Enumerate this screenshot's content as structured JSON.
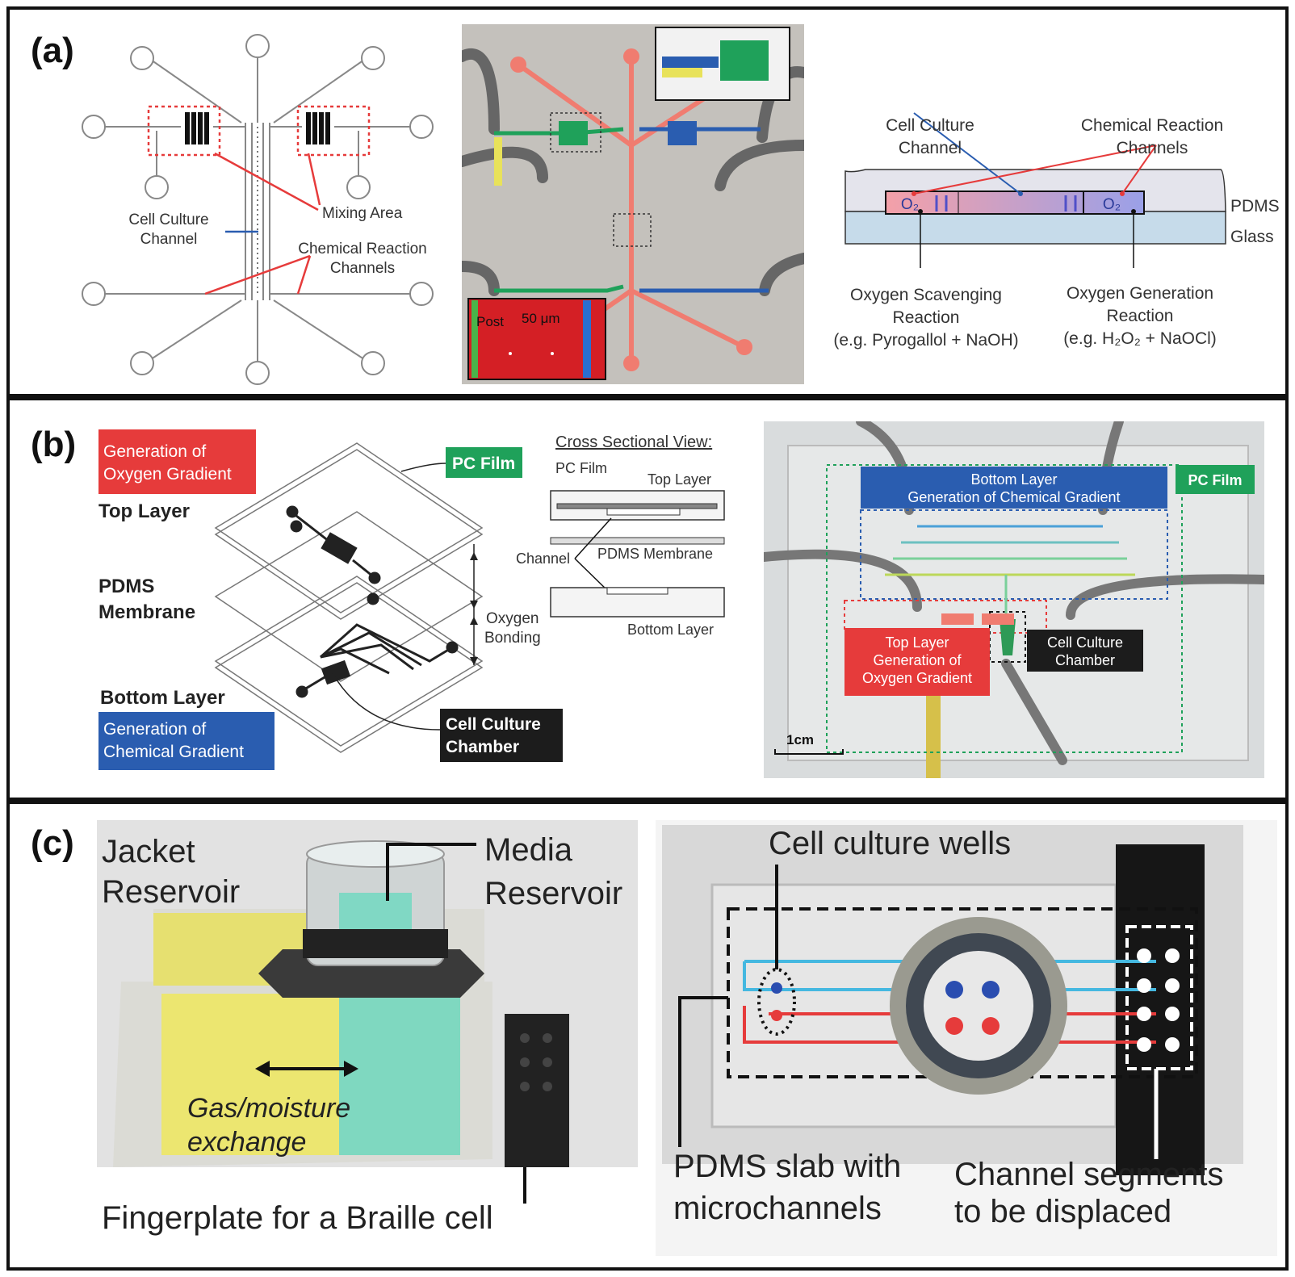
{
  "panels": {
    "a": {
      "label": "(a)",
      "schematic": {
        "mixing_area": "Mixing Area",
        "cell_culture_1": "Cell Culture",
        "cell_culture_2": "Channel",
        "chem_reaction_1": "Chemical Reaction",
        "chem_reaction_2": "Channels"
      },
      "photo": {
        "post": "Post",
        "scale": "50 μm"
      },
      "cross_section": {
        "cell_culture_1": "Cell Culture",
        "cell_culture_2": "Channel",
        "chem_reaction_1": "Chemical Reaction",
        "chem_reaction_2": "Channels",
        "pdms": "PDMS",
        "glass": "Glass",
        "o2_left": "O₂",
        "o2_right": "O₂",
        "scav_1": "Oxygen Scavenging",
        "scav_2": "Reaction",
        "scav_3": "(e.g. Pyrogallol + NaOH)",
        "gen_1": "Oxygen Generation",
        "gen_2": "Reaction",
        "gen_3": "(e.g. H₂O₂ + NaOCl)"
      }
    },
    "b": {
      "label": "(b)",
      "schematic": {
        "gen_oxygen_1": "Generation of",
        "gen_oxygen_2": "Oxygen Gradient",
        "top_layer": "Top  Layer",
        "pdms_1": "PDMS",
        "pdms_2": "Membrane",
        "bottom_layer": "Bottom  Layer",
        "gen_chem_1": "Generation of",
        "gen_chem_2": "Chemical Gradient",
        "pc_film": "PC Film",
        "oxygen_bonding_1": "Oxygen",
        "oxygen_bonding_2": "Bonding",
        "cell_chamber_1": "Cell Culture",
        "cell_chamber_2": "Chamber"
      },
      "cross_section": {
        "title": "Cross Sectional View:",
        "pc_film": "PC Film",
        "top_layer": "Top Layer",
        "channel": "Channel",
        "pdms_membrane": "PDMS Membrane",
        "bottom_layer": "Bottom Layer"
      },
      "photo": {
        "bottom_layer_1": "Bottom Layer",
        "bottom_layer_2": "Generation of Chemical Gradient",
        "pc_film": "PC Film",
        "top_layer_1": "Top Layer",
        "top_layer_2": "Generation of",
        "top_layer_3": "Oxygen Gradient",
        "cell_chamber_1": "Cell Culture",
        "cell_chamber_2": "Chamber",
        "scale": "1cm"
      }
    },
    "c": {
      "label": "(c)",
      "left": {
        "jacket_1": "Jacket",
        "jacket_2": "Reservoir",
        "media_1": "Media",
        "media_2": "Reservoir",
        "gas_1": "Gas/moisture",
        "gas_2": "exchange",
        "fingerplate": "Fingerplate for a Braille cell"
      },
      "right": {
        "wells": "Cell culture wells",
        "pdms_1": "PDMS slab with",
        "pdms_2": "microchannels",
        "channel_1": "Channel segments",
        "channel_2": "to be displaced"
      }
    }
  },
  "colors": {
    "red": "#e63b3b",
    "blue": "#2a5db0",
    "green": "#1fa15a",
    "black": "#1c1c1c",
    "yellow": "#e8e25a",
    "teal": "#6ed6c0"
  }
}
